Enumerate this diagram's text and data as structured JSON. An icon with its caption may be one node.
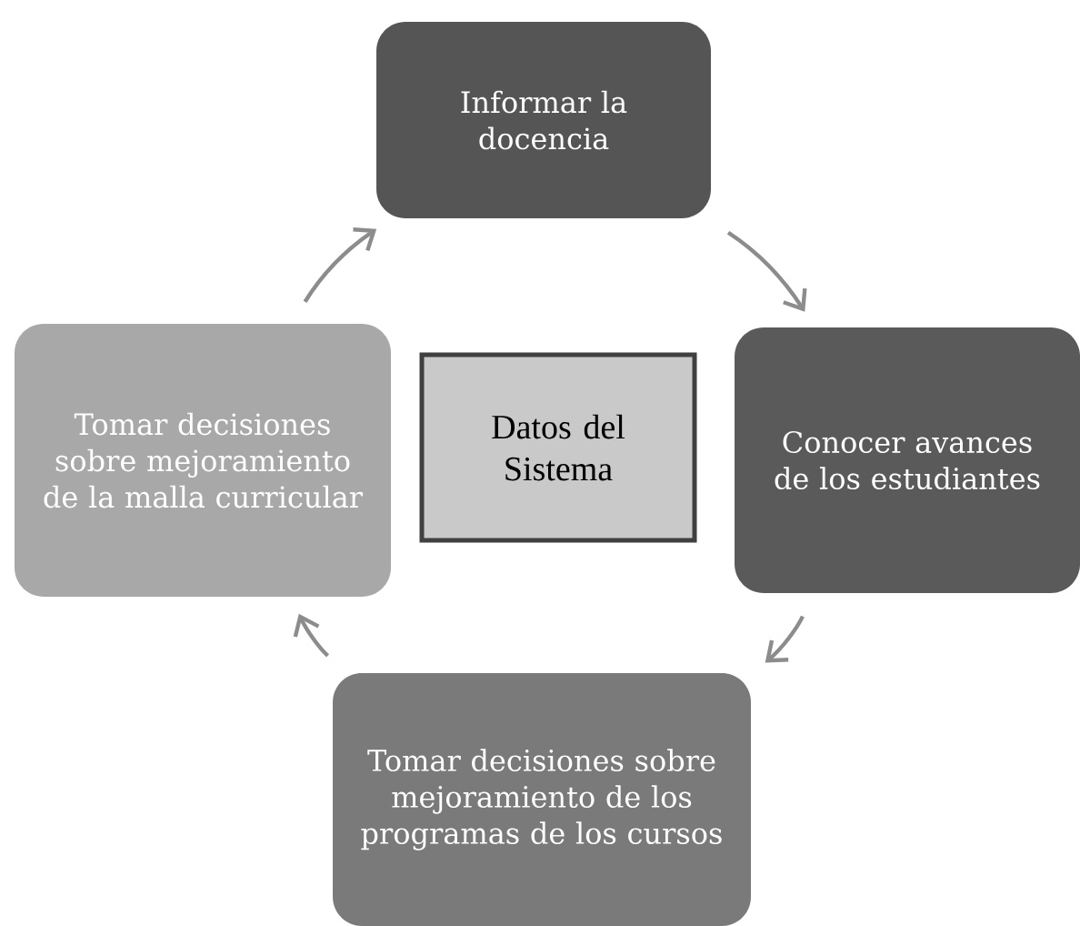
{
  "diagram": {
    "nodes": [
      {
        "text": [
          "Informar la docencia"
        ]
      },
      {
        "text": [
          "Conocer avances de los estudiantes"
        ]
      },
      {
        "text": [
          "Tomar decisiones sobre mejoramiento de los programas de los cursos"
        ]
      },
      {
        "text": [
          "Tomar decisiones sobre mejoramiento de la malla curricular"
        ]
      },
      {
        "text": [
          "Datos del Sistema"
        ]
      }
    ],
    "edges": [
      {
        "from": 0,
        "to": 1,
        "arrow": "to"
      },
      {
        "from": 1,
        "to": 2,
        "arrow": "to"
      },
      {
        "from": 2,
        "to": 3,
        "arrow": "to"
      },
      {
        "from": 3,
        "to": 0,
        "arrow": "to"
      }
    ]
  }
}
